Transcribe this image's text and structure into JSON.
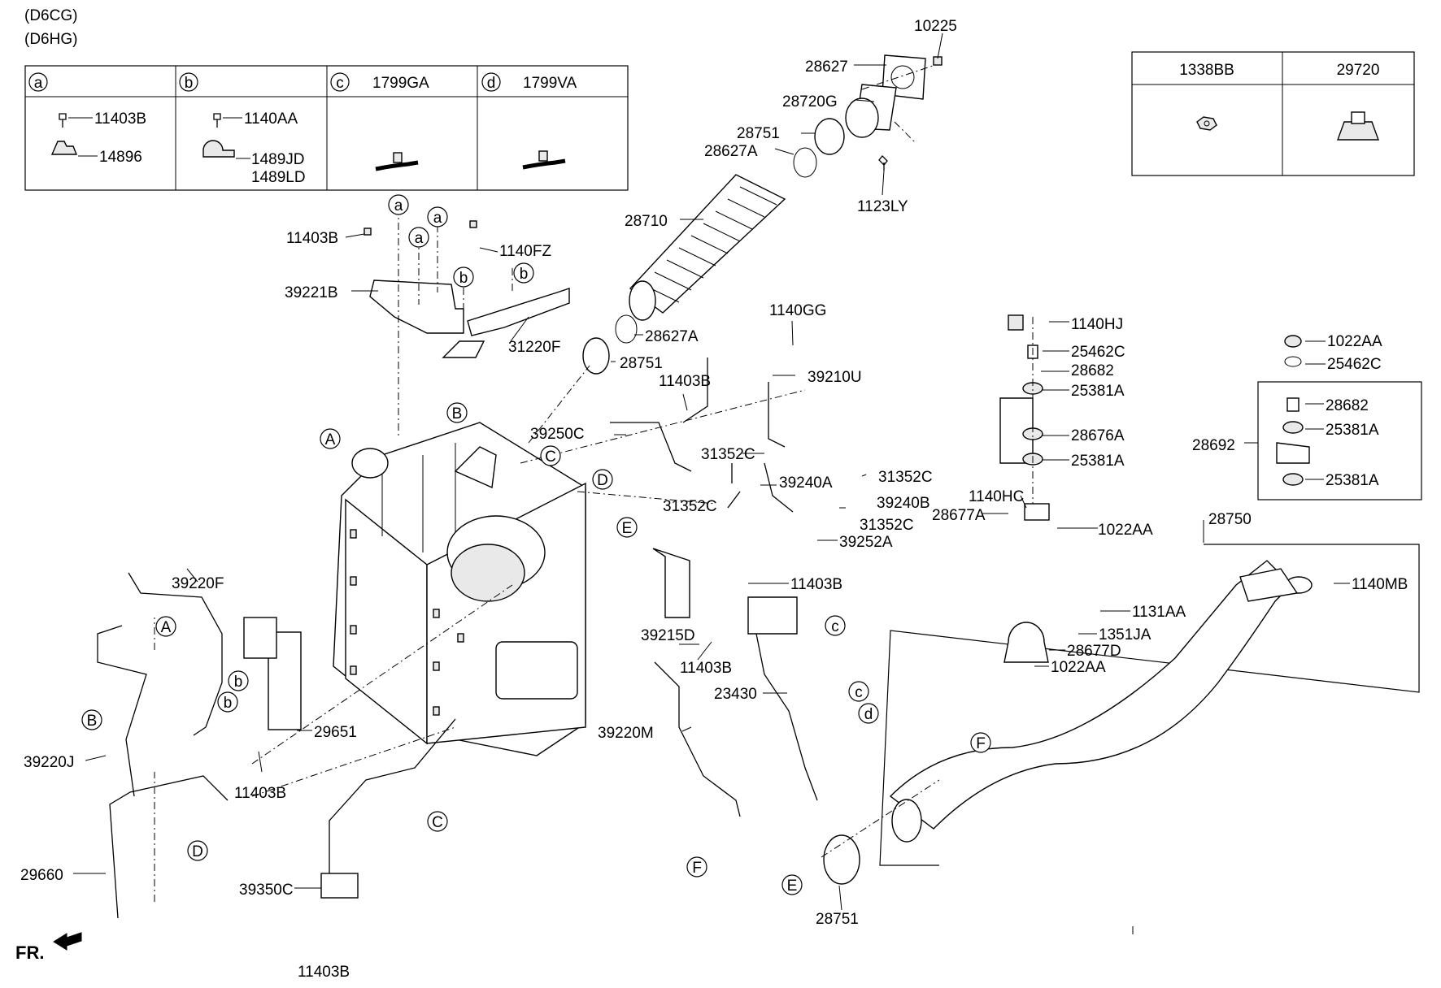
{
  "header": {
    "variant1": "(D6CG)",
    "variant2": "(D6HG)"
  },
  "legend_table": {
    "cells": [
      {
        "key": "a",
        "code": "",
        "parts": [
          "11403B",
          "14896"
        ]
      },
      {
        "key": "b",
        "code": "",
        "parts": [
          "1140AA",
          "1489JD",
          "1489LD"
        ]
      },
      {
        "key": "c",
        "code": "1799GA",
        "parts": []
      },
      {
        "key": "d",
        "code": "1799VA",
        "parts": []
      }
    ]
  },
  "side_table": {
    "col1": "1338BB",
    "col2": "29720"
  },
  "callouts": [
    {
      "key": "a",
      "text": "a"
    },
    {
      "key": "b",
      "text": "b"
    },
    {
      "key": "c",
      "text": "c"
    },
    {
      "key": "d",
      "text": "d"
    },
    {
      "key": "A",
      "text": "A"
    },
    {
      "key": "B",
      "text": "B"
    },
    {
      "key": "C",
      "text": "C"
    },
    {
      "key": "D",
      "text": "D"
    },
    {
      "key": "E",
      "text": "E"
    },
    {
      "key": "F",
      "text": "F"
    }
  ],
  "parts": {
    "p10225": "10225",
    "p28627": "28627",
    "p28720G": "28720G",
    "p28751_top": "28751",
    "p28627A_top": "28627A",
    "p1123LY": "1123LY",
    "p28710": "28710",
    "p28627A_mid": "28627A",
    "p28751_mid": "28751",
    "p11403B_top": "11403B",
    "p1140FZ": "1140FZ",
    "p39221B": "39221B",
    "p31220F": "31220F",
    "p1140GG": "1140GG",
    "p39210U": "39210U",
    "p11403B_mid": "11403B",
    "p39250C": "39250C",
    "p31352C_1": "31352C",
    "p39240A": "39240A",
    "p31352C_2": "31352C",
    "p31352C_3": "31352C",
    "p39240B": "39240B",
    "p31352C_4": "31352C",
    "p39252A": "39252A",
    "p1140HJ": "1140HJ",
    "p25462C_1": "25462C",
    "p28682_1": "28682",
    "p25381A_1": "25381A",
    "p28676A": "28676A",
    "p25381A_2": "25381A",
    "p1140HC": "1140HC",
    "p28677A": "28677A",
    "p1022AA_1": "1022AA",
    "p1022AA_2": "1022AA",
    "p25462C_2": "25462C",
    "p28682_2": "28682",
    "p28692": "28692",
    "p25381A_3": "25381A",
    "p25381A_4": "25381A",
    "p28750": "28750",
    "p1140MB": "1140MB",
    "p1131AA": "1131AA",
    "p1351JA": "1351JA",
    "p28677D": "28677D",
    "p1022AA_3": "1022AA",
    "p11403B_r": "11403B",
    "p23430": "23430",
    "p39215D": "39215D",
    "p11403B_c": "11403B",
    "p39220M": "39220M",
    "p39220F": "39220F",
    "p39220J": "39220J",
    "p29651": "29651",
    "p11403B_l": "11403B",
    "p29660": "29660",
    "p39350C": "39350C",
    "p11403B_bot": "11403B",
    "p28751_bot": "28751"
  },
  "footer": {
    "front_label": "FR."
  }
}
